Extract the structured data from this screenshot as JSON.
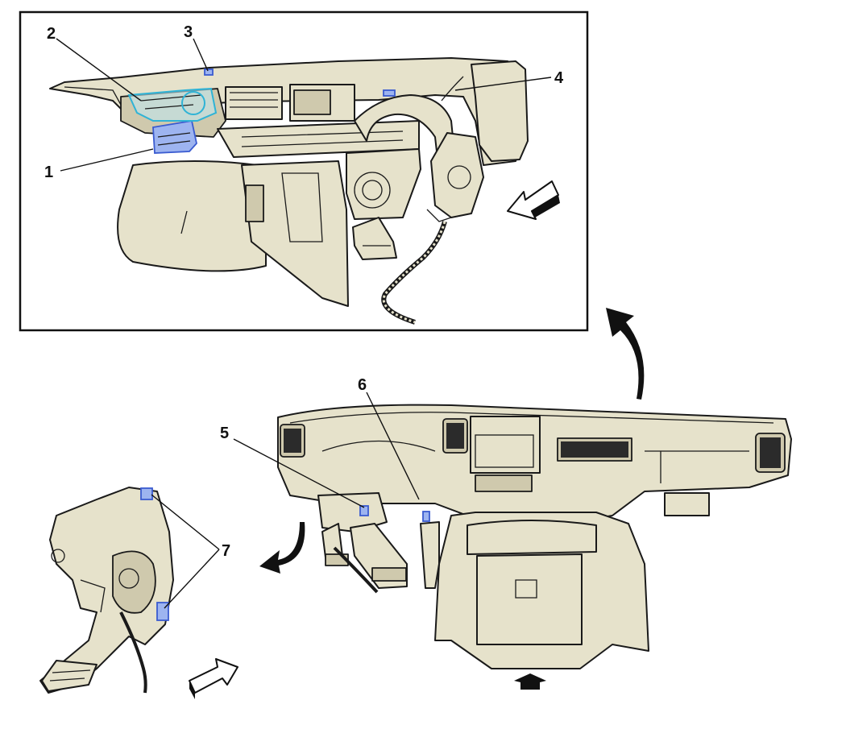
{
  "callouts": {
    "c1": "1",
    "c2": "2",
    "c3": "3",
    "c4": "4",
    "c5": "5",
    "c6": "6",
    "c7": "7"
  },
  "colors": {
    "part_fill": "#e6e2cb",
    "outline": "#1a1a1a",
    "highlight_cyan": "#2fb3d6",
    "highlight_blue": "#3a5bd0"
  },
  "icons": [
    "view-direction-arrow",
    "curved-pointer-arrow",
    "front-of-vehicle-icon"
  ]
}
